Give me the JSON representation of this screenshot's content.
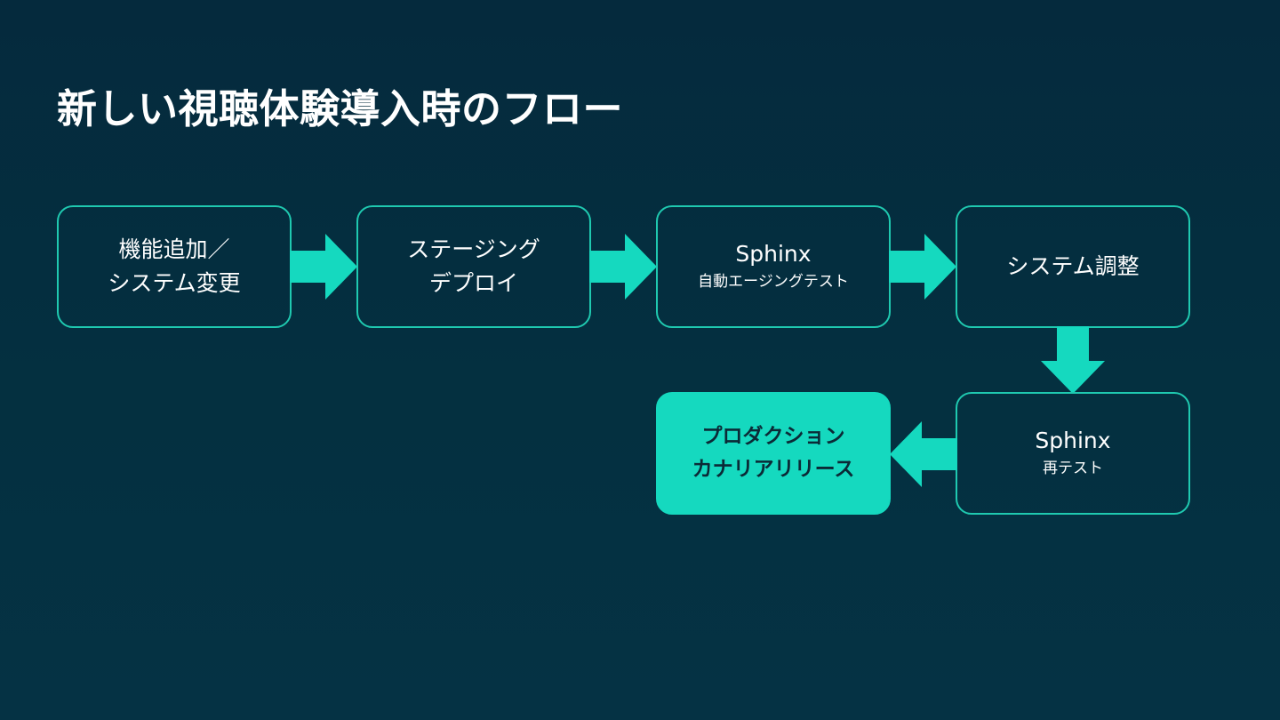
{
  "title": "新しい視聴体験導入時のフロー",
  "accent_color": "#15d9bf",
  "background_color": "#043040",
  "steps": [
    {
      "lines": [
        "機能追加／",
        "システム変更"
      ]
    },
    {
      "lines": [
        "ステージング",
        "デプロイ"
      ]
    },
    {
      "main": "Sphinx",
      "sub": "自動エージングテスト"
    },
    {
      "lines": [
        "システム調整"
      ]
    },
    {
      "main": "Sphinx",
      "sub": "再テスト"
    },
    {
      "lines": [
        "プロダクション",
        "カナリアリリース"
      ]
    }
  ]
}
